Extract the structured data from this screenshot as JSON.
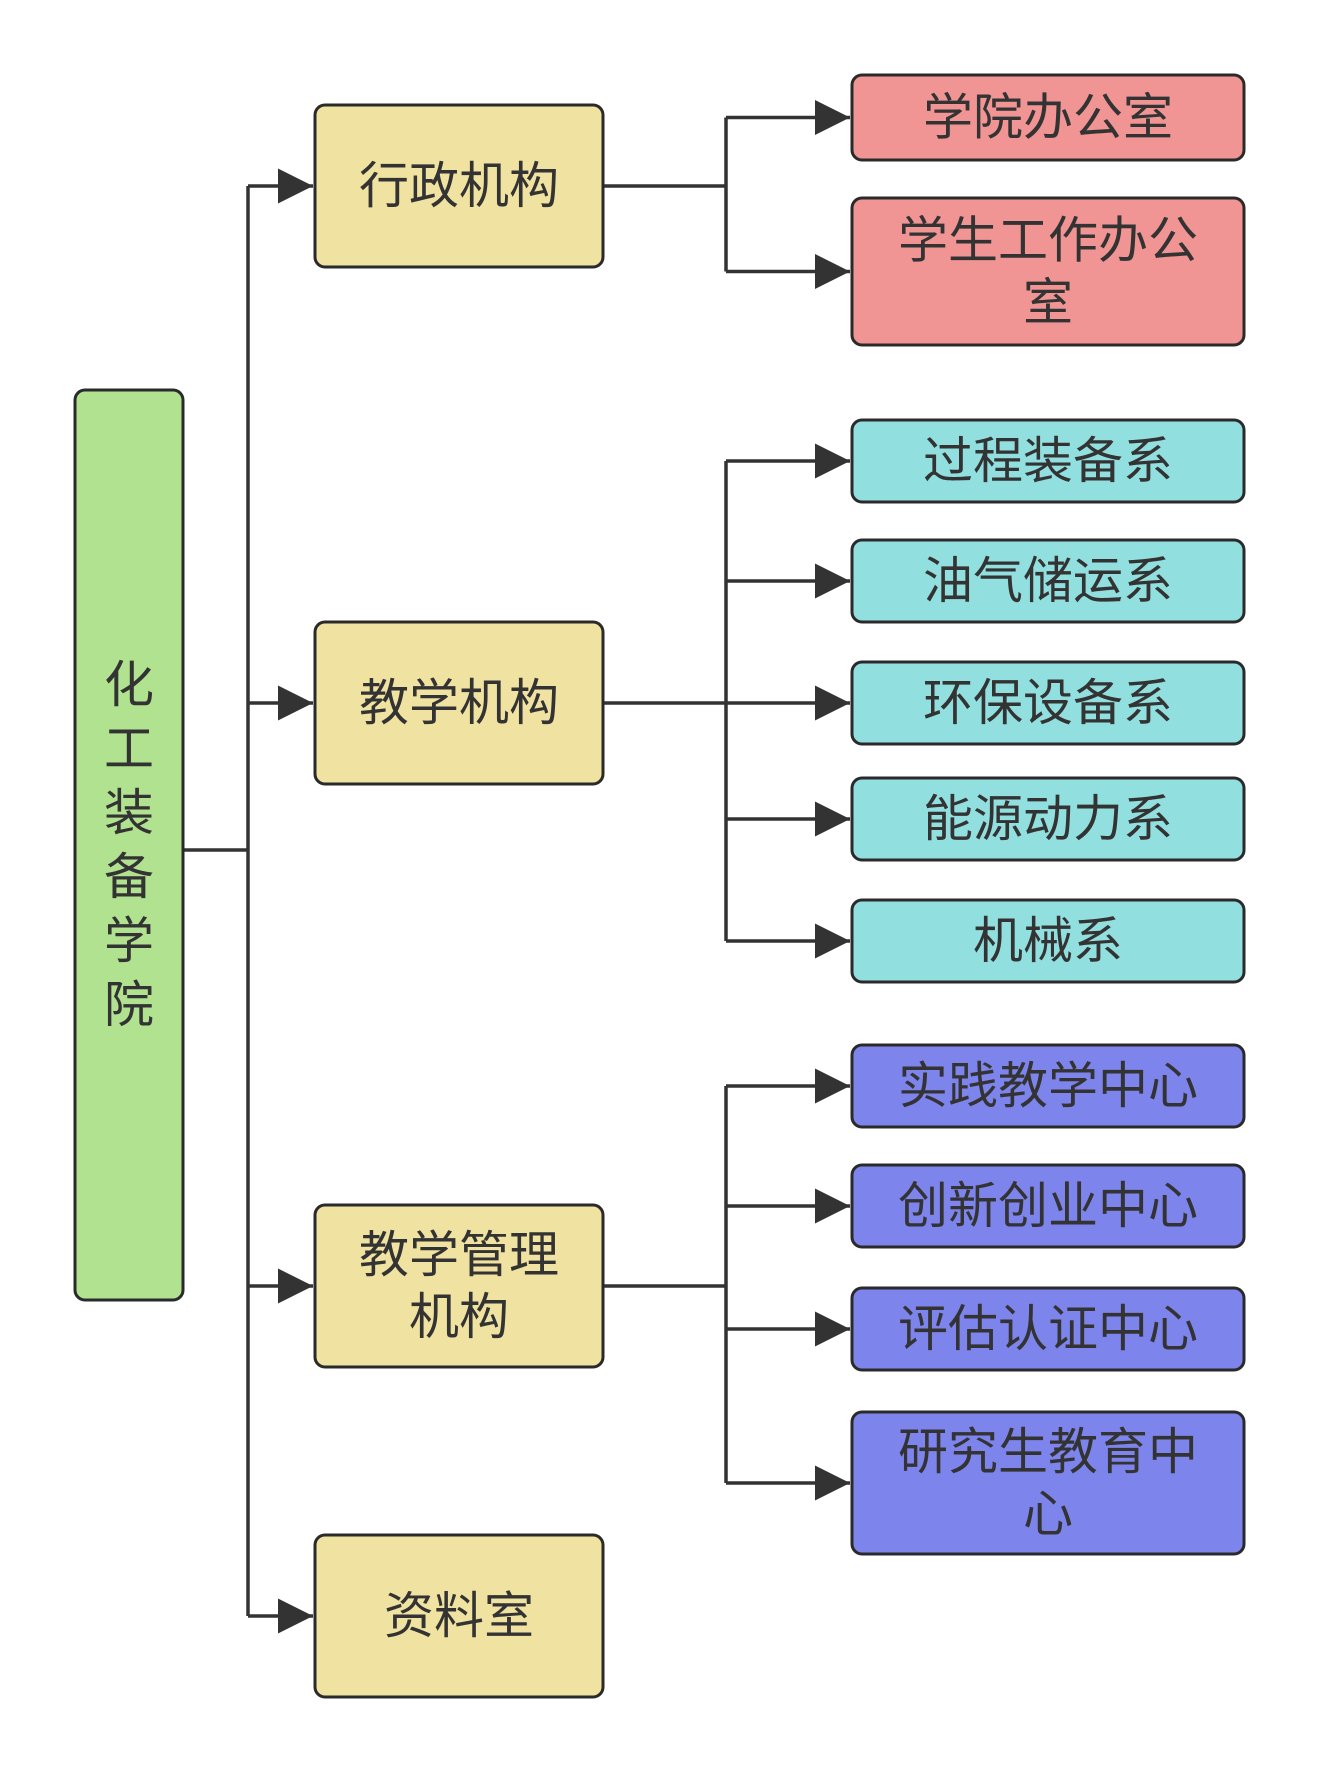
{
  "colors": {
    "root": "#b0e290",
    "level1": "#f0e2a0",
    "admin": "#f09494",
    "teaching": "#92dfe0",
    "management": "#7d84ec",
    "stroke": "#2a2a2a",
    "edge": "#333333"
  },
  "root": {
    "label": "化工装备学院"
  },
  "branches": [
    {
      "label": "行政机构",
      "color_key": "admin",
      "children": [
        "学院办公室",
        "学生工作办公室"
      ]
    },
    {
      "label": "教学机构",
      "color_key": "teaching",
      "children": [
        "过程装备系",
        "油气储运系",
        "环保设备系",
        "能源动力系",
        "机械系"
      ]
    },
    {
      "label": "教学管理机构",
      "color_key": "management",
      "children": [
        "实践教学中心",
        "创新创业中心",
        "评估认证中心",
        "研究生教育中心"
      ]
    },
    {
      "label": "资料室",
      "color_key": "level1",
      "children": []
    }
  ]
}
